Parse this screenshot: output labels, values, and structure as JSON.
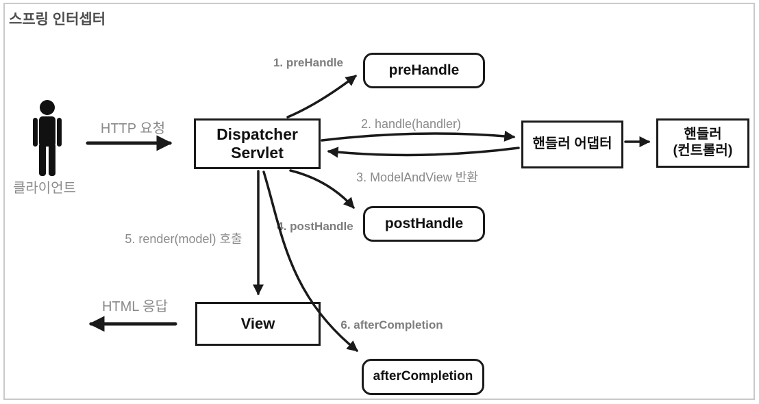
{
  "diagram": {
    "title": "스프링 인터셉터",
    "client": {
      "label": "클라이언트"
    },
    "nodes": {
      "dispatcher_line1": "Dispatcher",
      "dispatcher_line2": "Servlet",
      "prehandle": "preHandle",
      "posthandle": "postHandle",
      "aftercompletion": "afterCompletion",
      "handler_adapter": "핸들러 어댑터",
      "handler_line1": "핸들러",
      "handler_line2": "(컨트롤러)",
      "view": "View"
    },
    "labels": {
      "http_request": "HTTP 요청",
      "html_response": "HTML 응답",
      "step1": "1. preHandle",
      "step2": "2. handle(handler)",
      "step3": "3. ModelAndView 반환",
      "step4": "4. postHandle",
      "step5": "5. render(model) 호출",
      "step6": "6. afterCompletion"
    },
    "colors": {
      "arrow_black": "#1a1a1a",
      "label_gray": "#8a8a8a",
      "bold_label_gray": "#7d7d7d",
      "title_gray": "#4d4d4d",
      "frame_border": "#c9c9c9",
      "background": "#ffffff"
    }
  }
}
